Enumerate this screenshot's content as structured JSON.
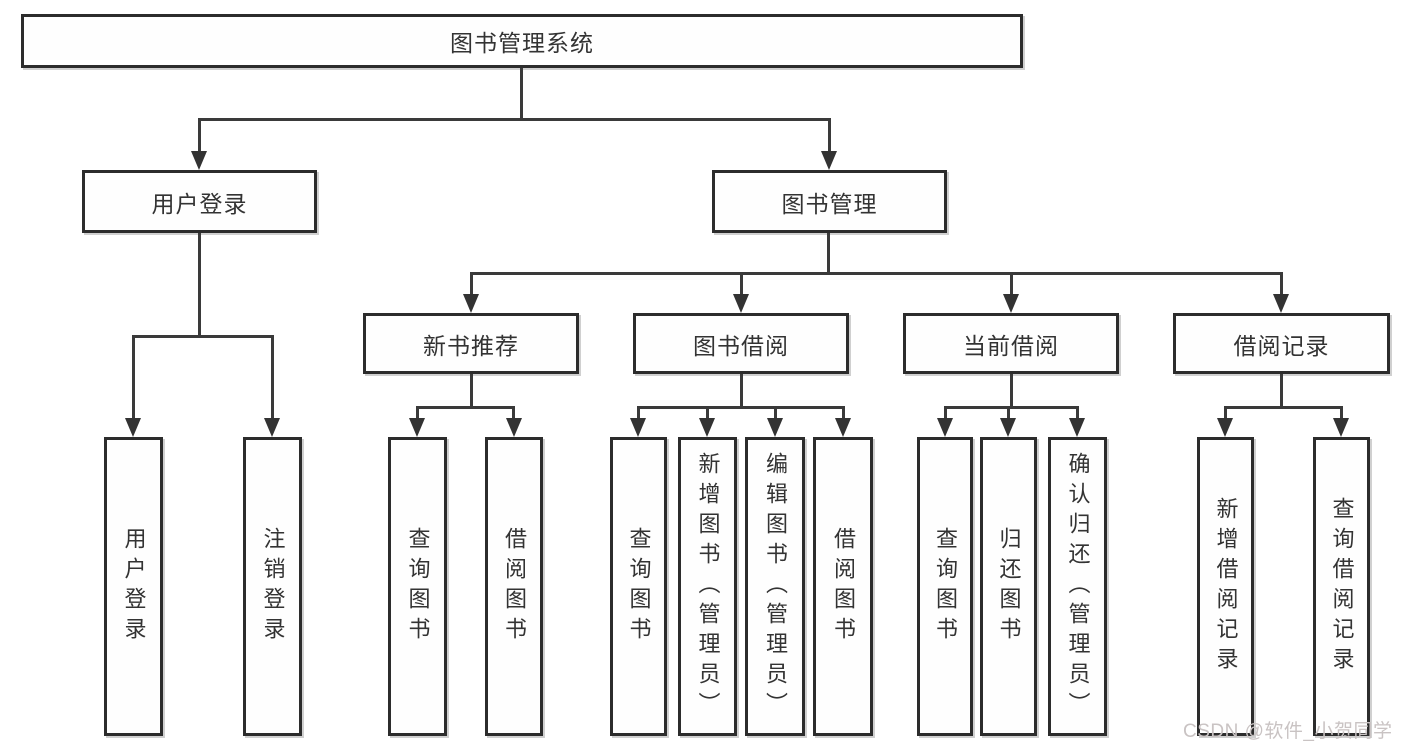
{
  "nodes": {
    "root": "图书管理系统",
    "user_login": "用户登录",
    "book_mgmt": "图书管理",
    "new_book_rec": "新书推荐",
    "book_borrow": "图书借阅",
    "current_borrow": "当前借阅",
    "borrow_records": "借阅记录",
    "leaf_user_login": "用户登录",
    "leaf_logout": "注销登录",
    "leaf_rec_query": "查询图书",
    "leaf_rec_borrow": "借阅图书",
    "leaf_bb_query": "查询图书",
    "leaf_bb_add": "新增图书（管理员）",
    "leaf_bb_edit": "编辑图书（管理员）",
    "leaf_bb_borrow": "借阅图书",
    "leaf_cb_query": "查询图书",
    "leaf_cb_return": "归还图书",
    "leaf_cb_confirm": "确认归还（管理员）",
    "leaf_br_add": "新增借阅记录",
    "leaf_br_query": "查询借阅记录"
  },
  "hierarchy": {
    "图书管理系统": {
      "用户登录": [
        "用户登录",
        "注销登录"
      ],
      "图书管理": {
        "新书推荐": [
          "查询图书",
          "借阅图书"
        ],
        "图书借阅": [
          "查询图书",
          "新增图书（管理员）",
          "编辑图书（管理员）",
          "借阅图书"
        ],
        "当前借阅": [
          "查询图书",
          "归还图书",
          "确认归还（管理员）"
        ],
        "借阅记录": [
          "新增借阅记录",
          "查询借阅记录"
        ]
      }
    }
  },
  "watermark": "CSDN @软件_小贺同学",
  "colors": {
    "background": "#ffffff",
    "line": "#3a3a3a",
    "box_border": "#2c2c2c",
    "text": "#333333",
    "watermark": "#c9c3c3"
  }
}
